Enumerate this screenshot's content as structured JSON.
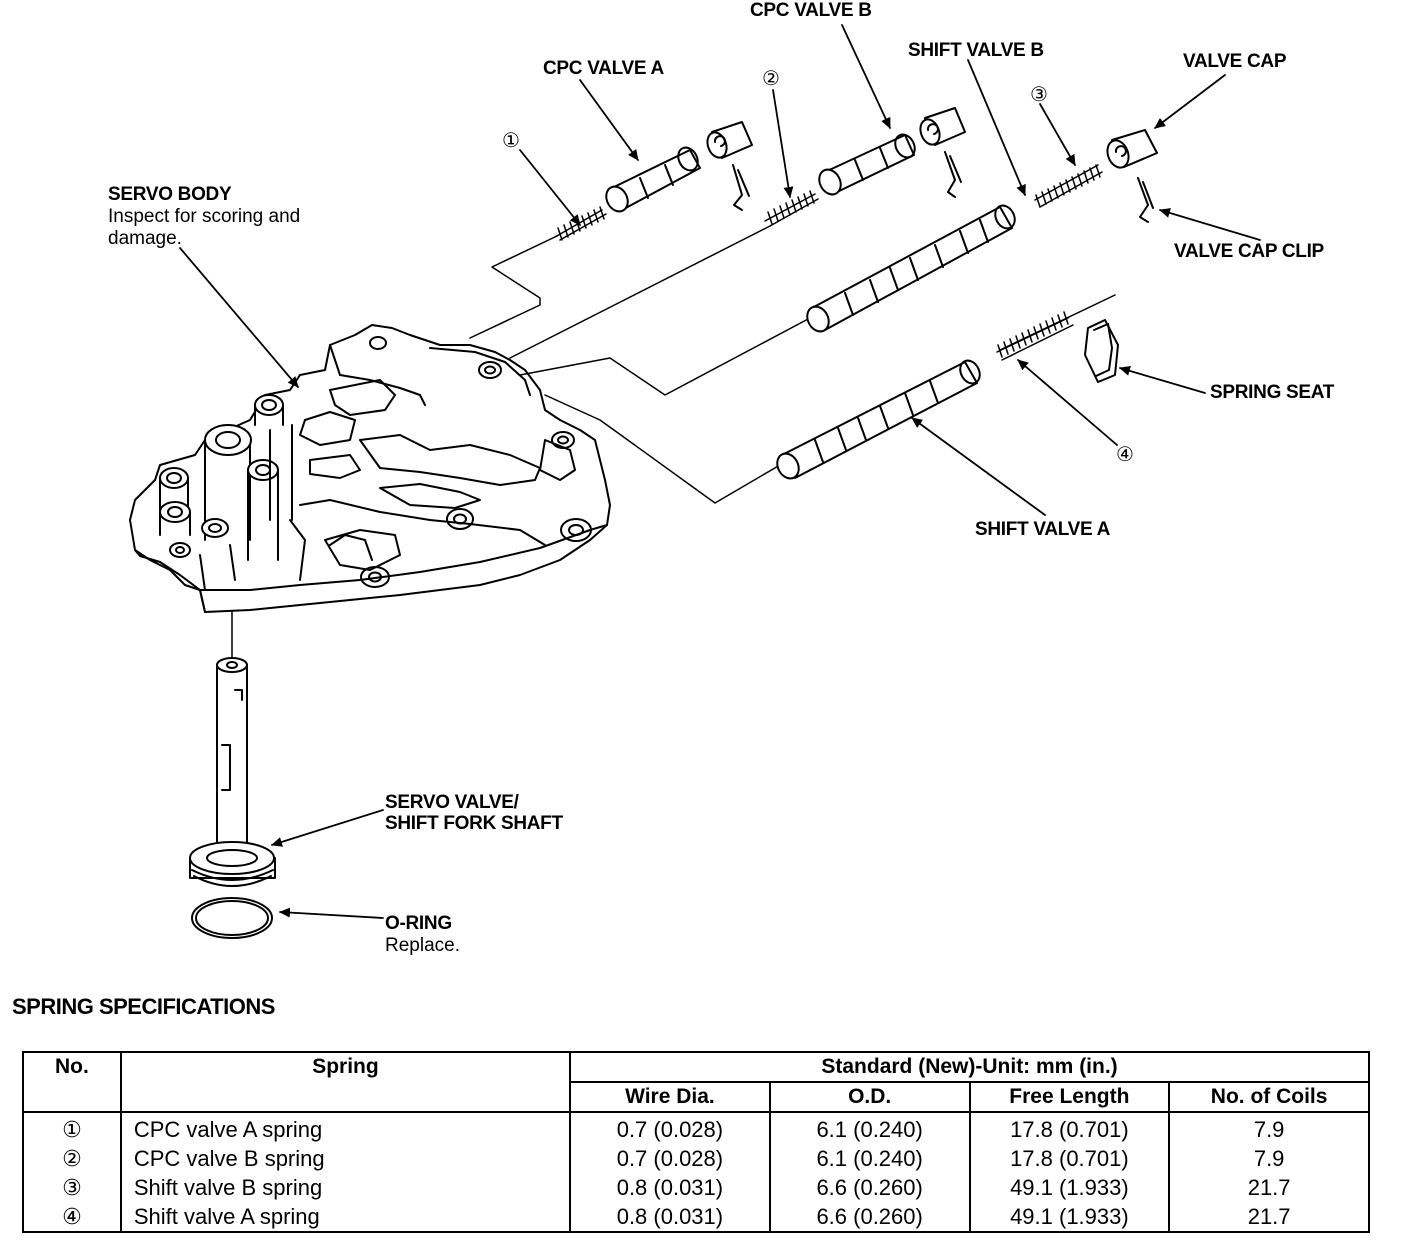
{
  "labels": {
    "cpc_valve_a": "CPC VALVE A",
    "cpc_valve_b": "CPC VALVE B",
    "shift_valve_b": "SHIFT VALVE B",
    "valve_cap": "VALVE CAP",
    "valve_cap_clip": "VALVE CAP CLIP",
    "spring_seat": "SPRING SEAT",
    "shift_valve_a": "SHIFT VALVE A",
    "servo_body": "SERVO BODY",
    "servo_body_note_1": "Inspect for scoring and",
    "servo_body_note_2": "damage.",
    "servo_valve_1": "SERVO VALVE/",
    "servo_valve_2": "SHIFT FORK SHAFT",
    "o_ring": "O-RING",
    "o_ring_note": "Replace.",
    "callout_1": "①",
    "callout_2": "②",
    "callout_3": "③",
    "callout_4": "④"
  },
  "spec": {
    "title": "SPRING SPECIFICATIONS",
    "headers": {
      "no": "No.",
      "spring": "Spring",
      "standard": "Standard (New)-Unit: mm (in.)",
      "wire": "Wire Dia.",
      "od": "O.D.",
      "free_length": "Free Length",
      "coils": "No. of Coils"
    },
    "rows": [
      {
        "no": "①",
        "spring": "CPC valve A spring",
        "wire": "0.7 (0.028)",
        "od": "6.1 (0.240)",
        "free_length": "17.8 (0.701)",
        "coils": "7.9"
      },
      {
        "no": "②",
        "spring": "CPC valve B spring",
        "wire": "0.7 (0.028)",
        "od": "6.1 (0.240)",
        "free_length": "17.8 (0.701)",
        "coils": "7.9"
      },
      {
        "no": "③",
        "spring": "Shift valve B spring",
        "wire": "0.8 (0.031)",
        "od": "6.6 (0.260)",
        "free_length": "49.1 (1.933)",
        "coils": "21.7"
      },
      {
        "no": "④",
        "spring": "Shift valve A spring",
        "wire": "0.8 (0.031)",
        "od": "6.6 (0.260)",
        "free_length": "49.1 (1.933)",
        "coils": "21.7"
      }
    ]
  }
}
